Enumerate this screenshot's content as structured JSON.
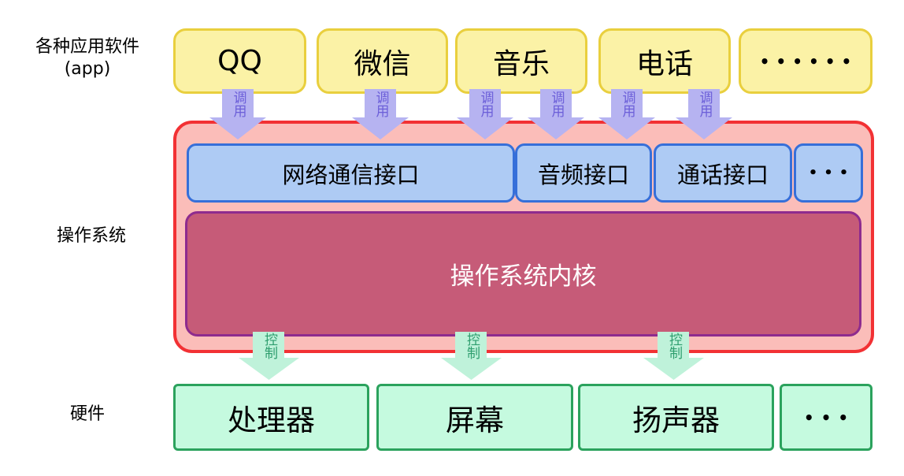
{
  "diagram": {
    "row_labels": {
      "apps_line1": "各种应用软件",
      "apps_line2": "(app)",
      "os": "操作系统",
      "hardware": "硬件"
    },
    "apps": [
      {
        "label": "QQ"
      },
      {
        "label": "微信"
      },
      {
        "label": "音乐"
      },
      {
        "label": "电话"
      },
      {
        "label": "••••••"
      }
    ],
    "call_arrow_label": "调用",
    "interfaces": [
      {
        "label": "网络通信接口"
      },
      {
        "label": "音频接口"
      },
      {
        "label": "通话接口"
      },
      {
        "label": "•••"
      }
    ],
    "kernel_label": "操作系统内核",
    "control_arrow_label": "控制",
    "hardware_items": [
      {
        "label": "处理器"
      },
      {
        "label": "屏幕"
      },
      {
        "label": "扬声器"
      },
      {
        "label": "•••"
      }
    ],
    "colors": {
      "app_fill": "#FBF2A6",
      "app_border": "#E9CF3E",
      "call_arrow_fill": "#B6B3F1",
      "call_arrow_text": "#6C5FD9",
      "os_fill": "#FBBDB9",
      "os_border": "#F23134",
      "interface_fill": "#AECBF4",
      "interface_border": "#366FD9",
      "kernel_fill": "#C65B78",
      "kernel_border": "#8E2B8E",
      "kernel_text": "#FFFFFF",
      "control_arrow_fill": "#BFF2DA",
      "control_arrow_text": "#2E9E6E",
      "hardware_fill": "#C5FADF",
      "hardware_border": "#2BA25D"
    }
  }
}
